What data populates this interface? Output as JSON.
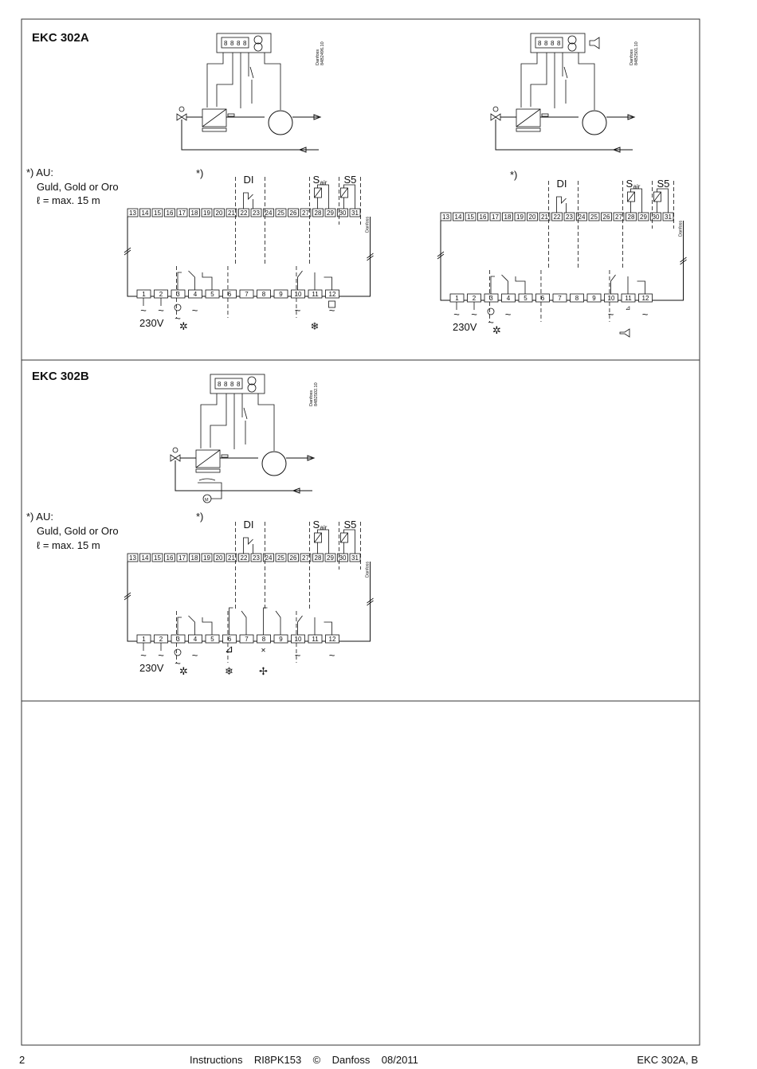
{
  "sections": [
    {
      "title": "EKC 302A",
      "note": {
        "marker": "*) AU:",
        "line1": "Guld, Gold or Oro",
        "line2": "ℓ = max. 15 m"
      },
      "ref_marker": "*)",
      "variants": [
        {
          "drawing_code": "Danfoss\n84B2496.10",
          "outputs": [
            "light",
            "compressor",
            "defrost"
          ]
        },
        {
          "drawing_code": "Danfoss\n84B2501.10",
          "outputs": [
            "light",
            "compressor",
            "alarm"
          ]
        }
      ]
    },
    {
      "title": "EKC 302B",
      "note": {
        "marker": "*) AU:",
        "line1": "Guld, Gold or Oro",
        "line2": "ℓ = max. 15 m"
      },
      "ref_marker": "*)",
      "variants": [
        {
          "drawing_code": "Danfoss\n84B2502.10",
          "outputs": [
            "light",
            "compressor",
            "defrost",
            "fan"
          ]
        }
      ]
    }
  ],
  "terminals_top": [
    "13",
    "14",
    "15",
    "16",
    "17",
    "18",
    "19",
    "20",
    "21",
    "22",
    "23",
    "24",
    "25",
    "26",
    "27",
    "28",
    "29",
    "30",
    "31"
  ],
  "terminals_bottom": [
    "1",
    "2",
    "3",
    "4",
    "5",
    "6",
    "7",
    "8",
    "9",
    "10",
    "11",
    "12"
  ],
  "labels": {
    "di": "DI",
    "s_air_main": "S",
    "s_air_sub": "air",
    "s5": "S5",
    "voltage": "230V",
    "brand": "Danfoss"
  },
  "footer": {
    "page": "2",
    "center": "Instructions    RI8PK153    ©    Danfoss    08/2011",
    "right": "EKC 302A, B"
  }
}
